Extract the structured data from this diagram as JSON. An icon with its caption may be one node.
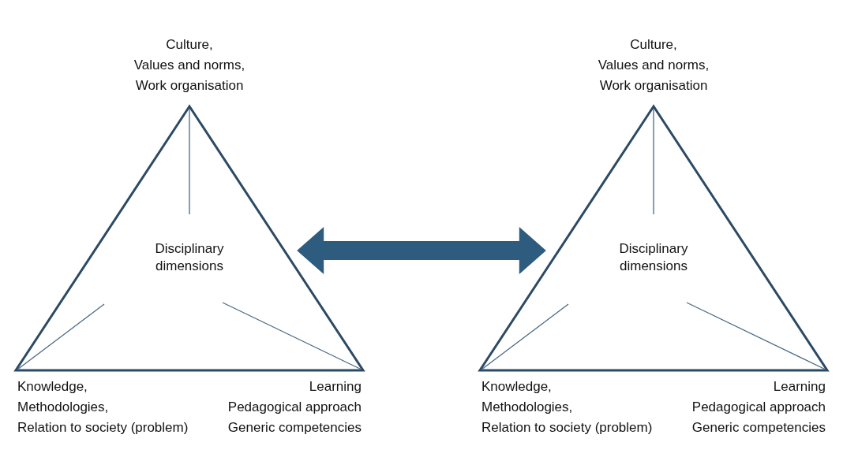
{
  "diagram": {
    "nodes": [
      {
        "text": [
          "Culture,",
          "Values and norms,",
          "Work organisation",
          "Disciplinary dimensions",
          "Knowledge,",
          "Methodologies,",
          "Relation to society (problem)",
          "Learning",
          "Pedagogical approach",
          "Generic competencies"
        ]
      },
      {
        "text": [
          "Culture,",
          "Values and norms,",
          "Work organisation",
          "Disciplinary dimensions",
          "Knowledge,",
          "Methodologies,",
          "Relation to society (problem)",
          "Learning",
          "Pedagogical approach",
          "Generic competencies"
        ]
      }
    ],
    "edges": [
      {
        "from": 0,
        "to": 1,
        "arrow": "both"
      }
    ]
  }
}
